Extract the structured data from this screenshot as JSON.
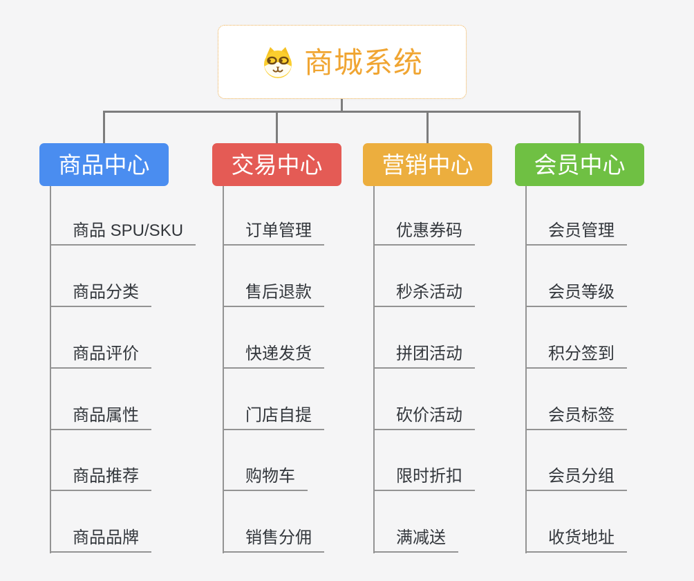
{
  "root": {
    "title": "商城系统",
    "icon": "dog-face-icon"
  },
  "branches": [
    {
      "label": "商品中心",
      "color": "#4A8DF0",
      "items": [
        "商品 SPU/SKU",
        "商品分类",
        "商品评价",
        "商品属性",
        "商品推荐",
        "商品品牌"
      ]
    },
    {
      "label": "交易中心",
      "color": "#E45B55",
      "items": [
        "订单管理",
        "售后退款",
        "快递发货",
        "门店自提",
        "购物车",
        "销售分佣"
      ]
    },
    {
      "label": "营销中心",
      "color": "#ECAE3E",
      "items": [
        "优惠券码",
        "秒杀活动",
        "拼团活动",
        "砍价活动",
        "限时折扣",
        "满减送"
      ]
    },
    {
      "label": "会员中心",
      "color": "#6FC043",
      "items": [
        "会员管理",
        "会员等级",
        "积分签到",
        "会员标签",
        "会员分组",
        "收货地址"
      ]
    }
  ],
  "colors": {
    "background": "#F5F5F6",
    "connector": "#7D7D7D",
    "item_line": "#939393",
    "item_text": "#33373C",
    "root_text": "#F0A532",
    "root_border": "#EFAE4C"
  }
}
